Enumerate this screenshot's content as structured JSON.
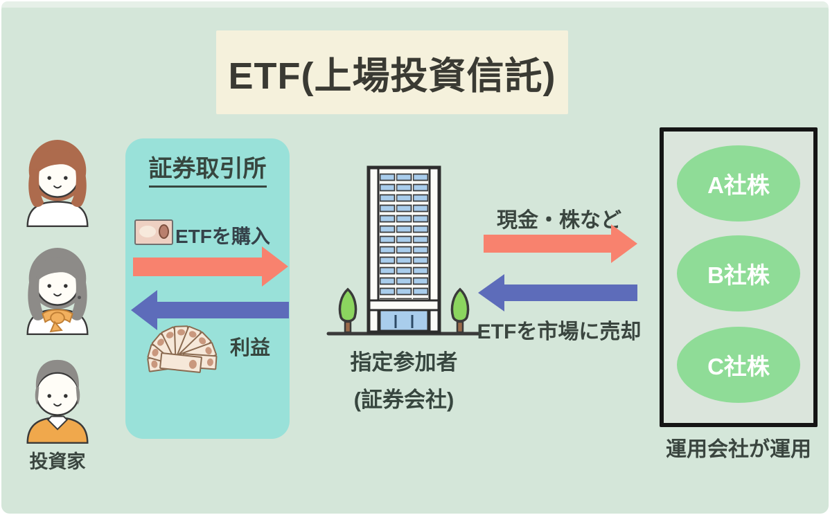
{
  "title": "ETF(上場投資信託)",
  "investors": {
    "label": "投資家"
  },
  "exchange": {
    "name": "証券取引所",
    "buy_flow": "ETFを購入",
    "profit_flow": "利益"
  },
  "participant": {
    "name_line1": "指定参加者",
    "name_line2": "(証券会社)"
  },
  "market_flows": {
    "to_manager": "現金・株など",
    "to_market": "ETFを市場に売却"
  },
  "fund": {
    "stocks": [
      {
        "label": "A社株"
      },
      {
        "label": "B社株"
      },
      {
        "label": "C社株"
      }
    ],
    "caption": "運用会社が運用"
  },
  "colors": {
    "canvas_bg": "#d4e6d9",
    "title_bg": "#f5f1dc",
    "exchange_bg": "#99e1d9",
    "buy_arrow": "#f8826e",
    "sell_arrow": "#5d6cba",
    "stock_ellipse": "#8fdc97",
    "text_dark": "#3a453f"
  }
}
